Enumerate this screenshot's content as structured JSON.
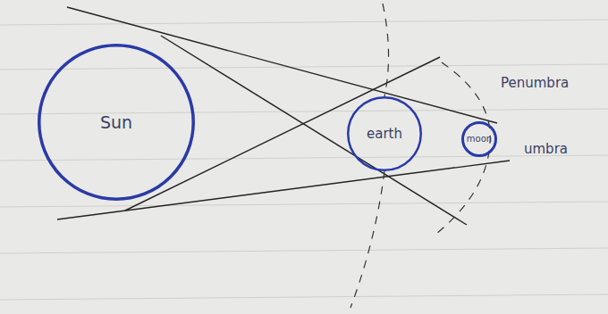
{
  "diagram": {
    "nodes": [
      {
        "text": [
          "Sun"
        ]
      },
      {
        "text": [
          "earth"
        ]
      },
      {
        "text": [
          "moon"
        ]
      }
    ],
    "labels": [
      "Penumbra",
      "umbra"
    ]
  }
}
